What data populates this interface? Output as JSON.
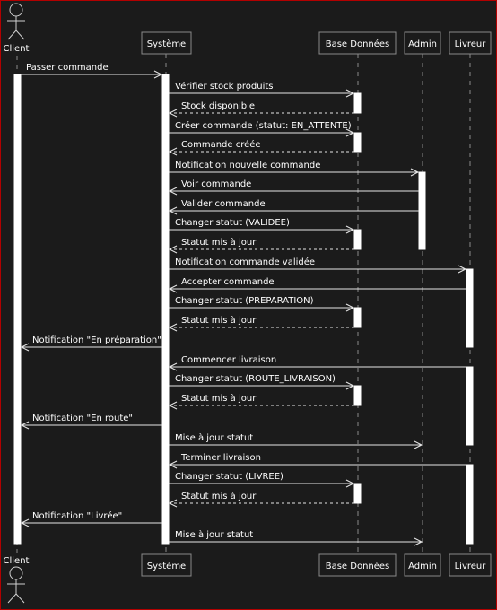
{
  "participants": {
    "client": "Client",
    "systeme": "Système",
    "bd": "Base Données",
    "admin": "Admin",
    "livreur": "Livreur"
  },
  "messages": [
    {
      "text": "Passer commande",
      "from": "client",
      "to": "systeme",
      "style": "solid"
    },
    {
      "text": "Vérifier stock produits",
      "from": "systeme",
      "to": "bd",
      "style": "solid"
    },
    {
      "text": "Stock disponible",
      "from": "bd",
      "to": "systeme",
      "style": "dashed"
    },
    {
      "text": "Créer commande (statut: EN_ATTENTE)",
      "from": "systeme",
      "to": "bd",
      "style": "solid"
    },
    {
      "text": "Commande créée",
      "from": "bd",
      "to": "systeme",
      "style": "dashed"
    },
    {
      "text": "Notification nouvelle commande",
      "from": "systeme",
      "to": "admin",
      "style": "solid"
    },
    {
      "text": "Voir commande",
      "from": "admin",
      "to": "systeme",
      "style": "solid"
    },
    {
      "text": "Valider commande",
      "from": "admin",
      "to": "systeme",
      "style": "solid"
    },
    {
      "text": "Changer statut (VALIDEE)",
      "from": "systeme",
      "to": "bd",
      "style": "solid"
    },
    {
      "text": "Statut mis à jour",
      "from": "bd",
      "to": "systeme",
      "style": "dashed"
    },
    {
      "text": "Notification commande validée",
      "from": "systeme",
      "to": "livreur",
      "style": "solid"
    },
    {
      "text": "Accepter commande",
      "from": "livreur",
      "to": "systeme",
      "style": "solid"
    },
    {
      "text": "Changer statut (PREPARATION)",
      "from": "systeme",
      "to": "bd",
      "style": "solid"
    },
    {
      "text": "Statut mis à jour",
      "from": "bd",
      "to": "systeme",
      "style": "dashed"
    },
    {
      "text": "Notification \"En préparation\"",
      "from": "systeme",
      "to": "client",
      "style": "solid"
    },
    {
      "text": "Commencer livraison",
      "from": "livreur",
      "to": "systeme",
      "style": "solid"
    },
    {
      "text": "Changer statut (ROUTE_LIVRAISON)",
      "from": "systeme",
      "to": "bd",
      "style": "solid"
    },
    {
      "text": "Statut mis à jour",
      "from": "bd",
      "to": "systeme",
      "style": "dashed"
    },
    {
      "text": "Notification \"En route\"",
      "from": "systeme",
      "to": "client",
      "style": "solid"
    },
    {
      "text": "Mise à jour statut",
      "from": "livreur",
      "to": "admin",
      "style": "solid"
    },
    {
      "text": "Terminer livraison",
      "from": "livreur",
      "to": "systeme",
      "style": "solid"
    },
    {
      "text": "Changer statut (LIVREE)",
      "from": "systeme",
      "to": "bd",
      "style": "solid"
    },
    {
      "text": "Statut mis à jour",
      "from": "bd",
      "to": "systeme",
      "style": "dashed"
    },
    {
      "text": "Notification \"Livrée\"",
      "from": "systeme",
      "to": "client",
      "style": "solid"
    },
    {
      "text": "Mise à jour statut",
      "from": "livreur",
      "to": "admin",
      "style": "solid"
    }
  ]
}
